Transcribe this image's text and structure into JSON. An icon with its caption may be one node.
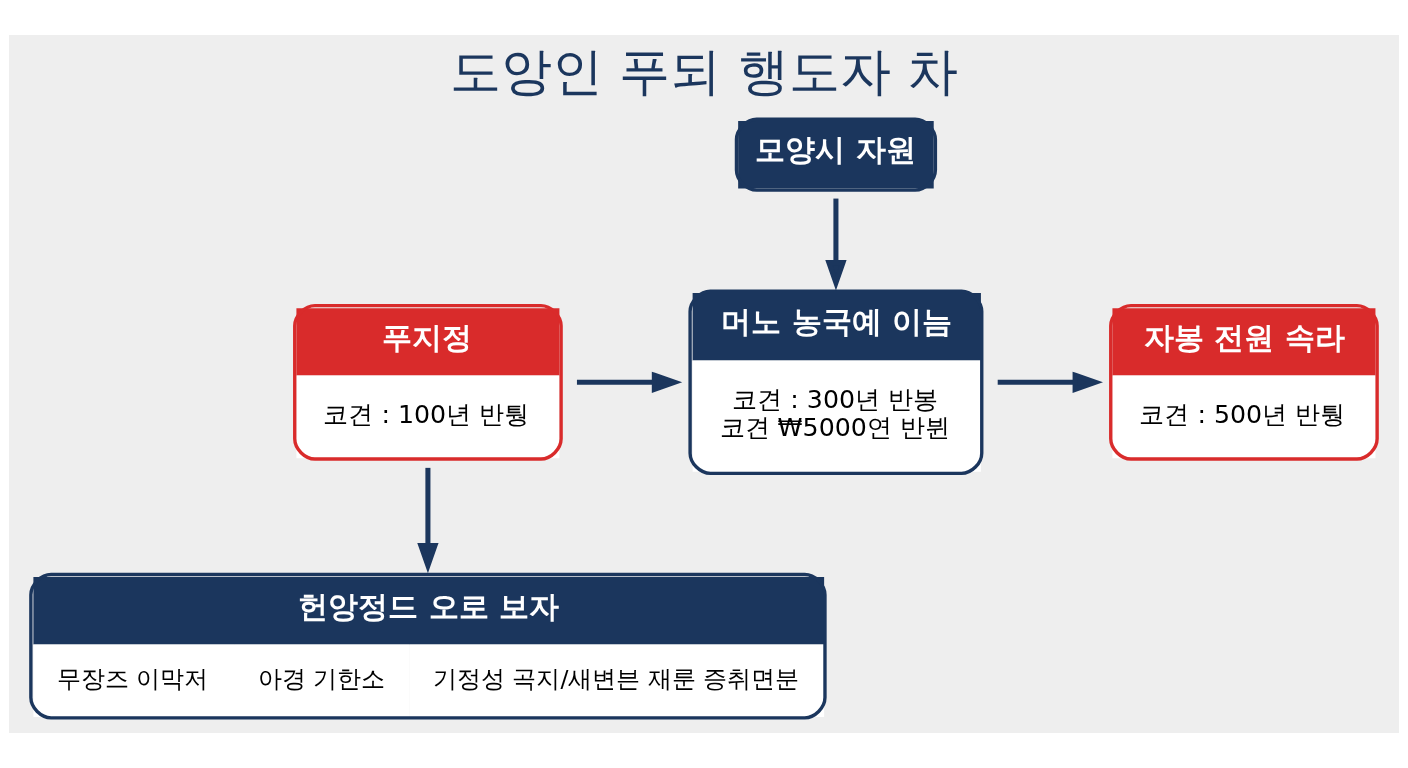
{
  "diagram": {
    "title": "도앙인 푸되 행도자 차",
    "nodes": [
      {
        "text": [
          "모양시 자원"
        ]
      },
      {
        "text": [
          "푸지정",
          "코견 : 100년 반퉝"
        ]
      },
      {
        "text": [
          "머노 농국예 이늠",
          "코견 : 300년 반봉",
          "코견 ₩5000연 반뷘"
        ]
      },
      {
        "text": [
          "자봉 전원 속라",
          "코견 : 500년 반퉝"
        ]
      },
      {
        "text": [
          "헌앙정드 오로 보자",
          "무장즈 이막저",
          "아경 기한소",
          "기정성 곡지/새변븐 재룬 증취면분"
        ]
      }
    ],
    "edges": [
      {
        "from": 0,
        "to": 2,
        "arrow": "to"
      },
      {
        "from": 1,
        "to": 2,
        "arrow": "to"
      },
      {
        "from": 2,
        "to": 3,
        "arrow": "to"
      },
      {
        "from": 1,
        "to": 4,
        "arrow": "to"
      }
    ]
  }
}
